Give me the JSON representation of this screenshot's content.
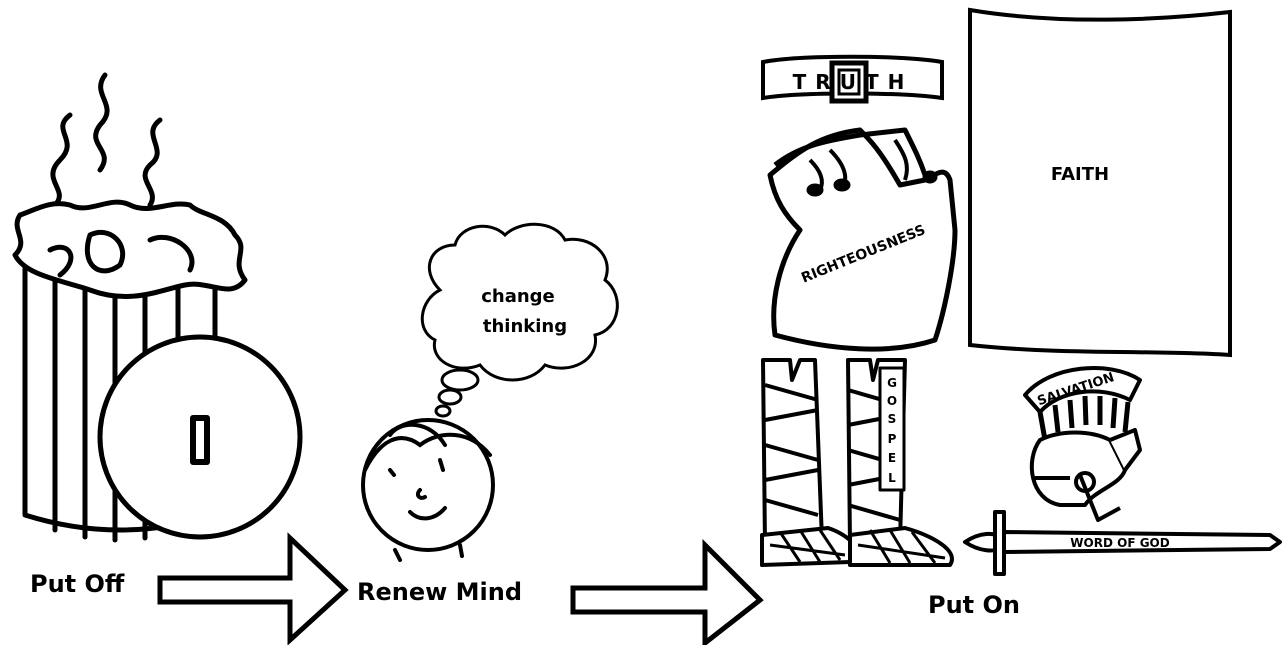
{
  "steps": {
    "put_off": "Put Off",
    "renew_mind": "Renew Mind",
    "put_on": "Put On"
  },
  "thought_bubble": {
    "line1": "change",
    "line2": "thinking"
  },
  "armor": {
    "belt": "TRUTH",
    "breastplate": "RIGHTEOUSNESS",
    "shield": "FAITH",
    "shoes_letters": [
      "G",
      "O",
      "S",
      "P",
      "E",
      "L"
    ],
    "helmet": "SALVATION",
    "sword": "WORD OF GOD"
  },
  "colors": {
    "ink": "#000000",
    "paper": "#ffffff"
  }
}
